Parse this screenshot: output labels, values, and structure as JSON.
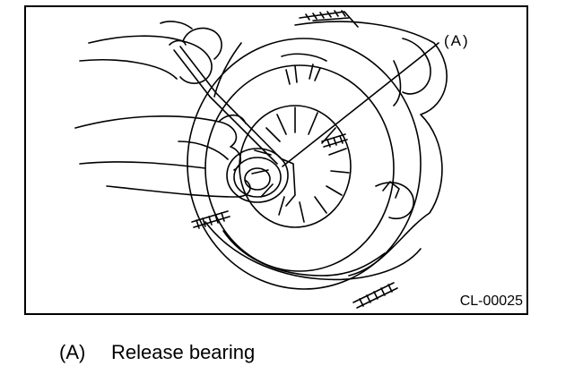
{
  "figure": {
    "callout_label": "(A)",
    "figure_id": "CL-00025"
  },
  "legend": {
    "items": [
      {
        "key": "(A)",
        "text": "Release bearing"
      }
    ]
  }
}
